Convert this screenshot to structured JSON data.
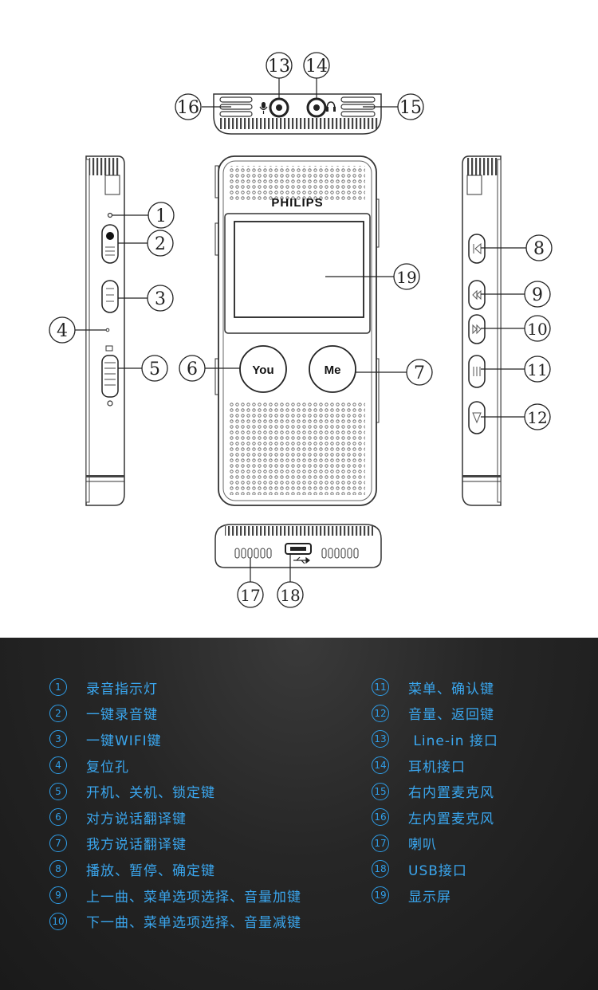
{
  "diagram": {
    "brand": "PHILIPS",
    "button_you": "You",
    "button_me": "Me",
    "callouts": [
      "1",
      "2",
      "3",
      "4",
      "5",
      "6",
      "7",
      "8",
      "9",
      "10",
      "11",
      "12",
      "13",
      "14",
      "15",
      "16",
      "17",
      "18",
      "19"
    ]
  },
  "legend": {
    "left": [
      {
        "num": "1",
        "text": "录音指示灯"
      },
      {
        "num": "2",
        "text": "一键录音键"
      },
      {
        "num": "3",
        "text": "一键WIFI键"
      },
      {
        "num": "4",
        "text": "复位孔"
      },
      {
        "num": "5",
        "text": "开机、关机、锁定键"
      },
      {
        "num": "6",
        "text": "对方说话翻译键"
      },
      {
        "num": "7",
        "text": "我方说话翻译键"
      },
      {
        "num": "8",
        "text": "播放、暂停、确定键"
      },
      {
        "num": "9",
        "text": "上一曲、菜单选项选择、音量加键"
      },
      {
        "num": "10",
        "text": "下一曲、菜单选项选择、音量减键"
      }
    ],
    "right": [
      {
        "num": "11",
        "text": "菜单、确认键"
      },
      {
        "num": "12",
        "text": "音量、返回键"
      },
      {
        "num": "13",
        "text": " Line-in 接口"
      },
      {
        "num": "14",
        "text": "耳机接口"
      },
      {
        "num": "15",
        "text": "右内置麦克风"
      },
      {
        "num": "16",
        "text": "左内置麦克风"
      },
      {
        "num": "17",
        "text": "喇叭"
      },
      {
        "num": "18",
        "text": "USB接口"
      },
      {
        "num": "19",
        "text": "显示屏"
      }
    ]
  }
}
